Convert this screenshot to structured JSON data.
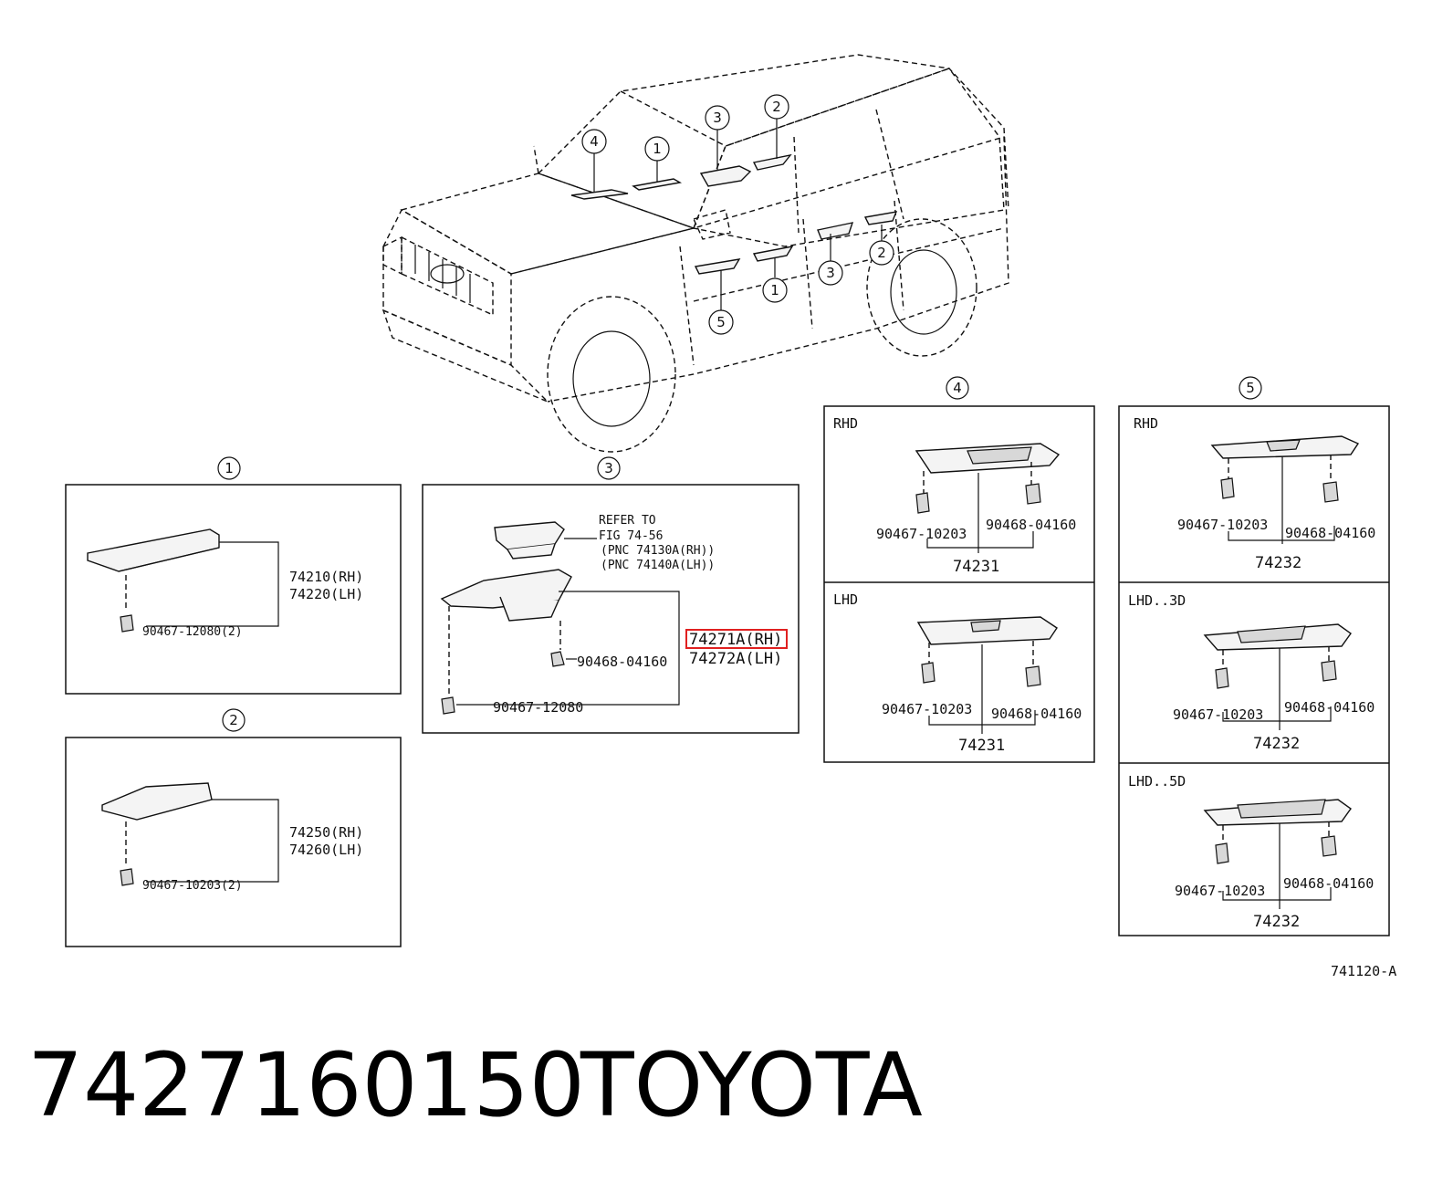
{
  "callouts": {
    "car": [
      "4",
      "1",
      "3",
      "2",
      "2",
      "3",
      "1",
      "5"
    ],
    "panel1": "1",
    "panel2": "2",
    "panel3": "3",
    "panel4": "4",
    "panel5": "5"
  },
  "panel1": {
    "part_rh": "74210(RH)",
    "part_lh": "74220(LH)",
    "clip": "90467-12080(2)"
  },
  "panel2": {
    "part_rh": "74250(RH)",
    "part_lh": "74260(LH)",
    "clip": "90467-10203(2)"
  },
  "panel3": {
    "refer_line1": "REFER TO",
    "refer_line2": "FIG 74-56",
    "refer_line3": "(PNC 74130A(RH))",
    "refer_line4": "(PNC 74140A(LH))",
    "part_rh": "74271A(RH)",
    "part_lh": "74272A(LH)",
    "clip_a": "90468-04160",
    "clip_b": "90467-12080"
  },
  "panel4": {
    "top_label": "RHD",
    "top_clip_left": "90467-10203",
    "top_clip_right": "90468-04160",
    "top_part": "74231",
    "bottom_label": "LHD",
    "bottom_clip_left": "90467-10203",
    "bottom_clip_right": "90468-04160",
    "bottom_part": "74231"
  },
  "panel5": {
    "a_label": "RHD",
    "a_clip_left": "90467-10203",
    "a_clip_right": "90468-04160",
    "a_part": "74232",
    "b_label": "LHD..3D",
    "b_clip_left": "90467-10203",
    "b_clip_right": "90468-04160",
    "b_part": "74232",
    "c_label": "LHD..5D",
    "c_clip_left": "90467-10203",
    "c_clip_right": "90468-04160",
    "c_part": "74232"
  },
  "figure_code": "741120-A",
  "footer": {
    "part_number": "7427160150",
    "brand": "TOYOTA"
  },
  "colors": {
    "line": "#111111",
    "highlight": "#e02020",
    "background": "#ffffff"
  }
}
